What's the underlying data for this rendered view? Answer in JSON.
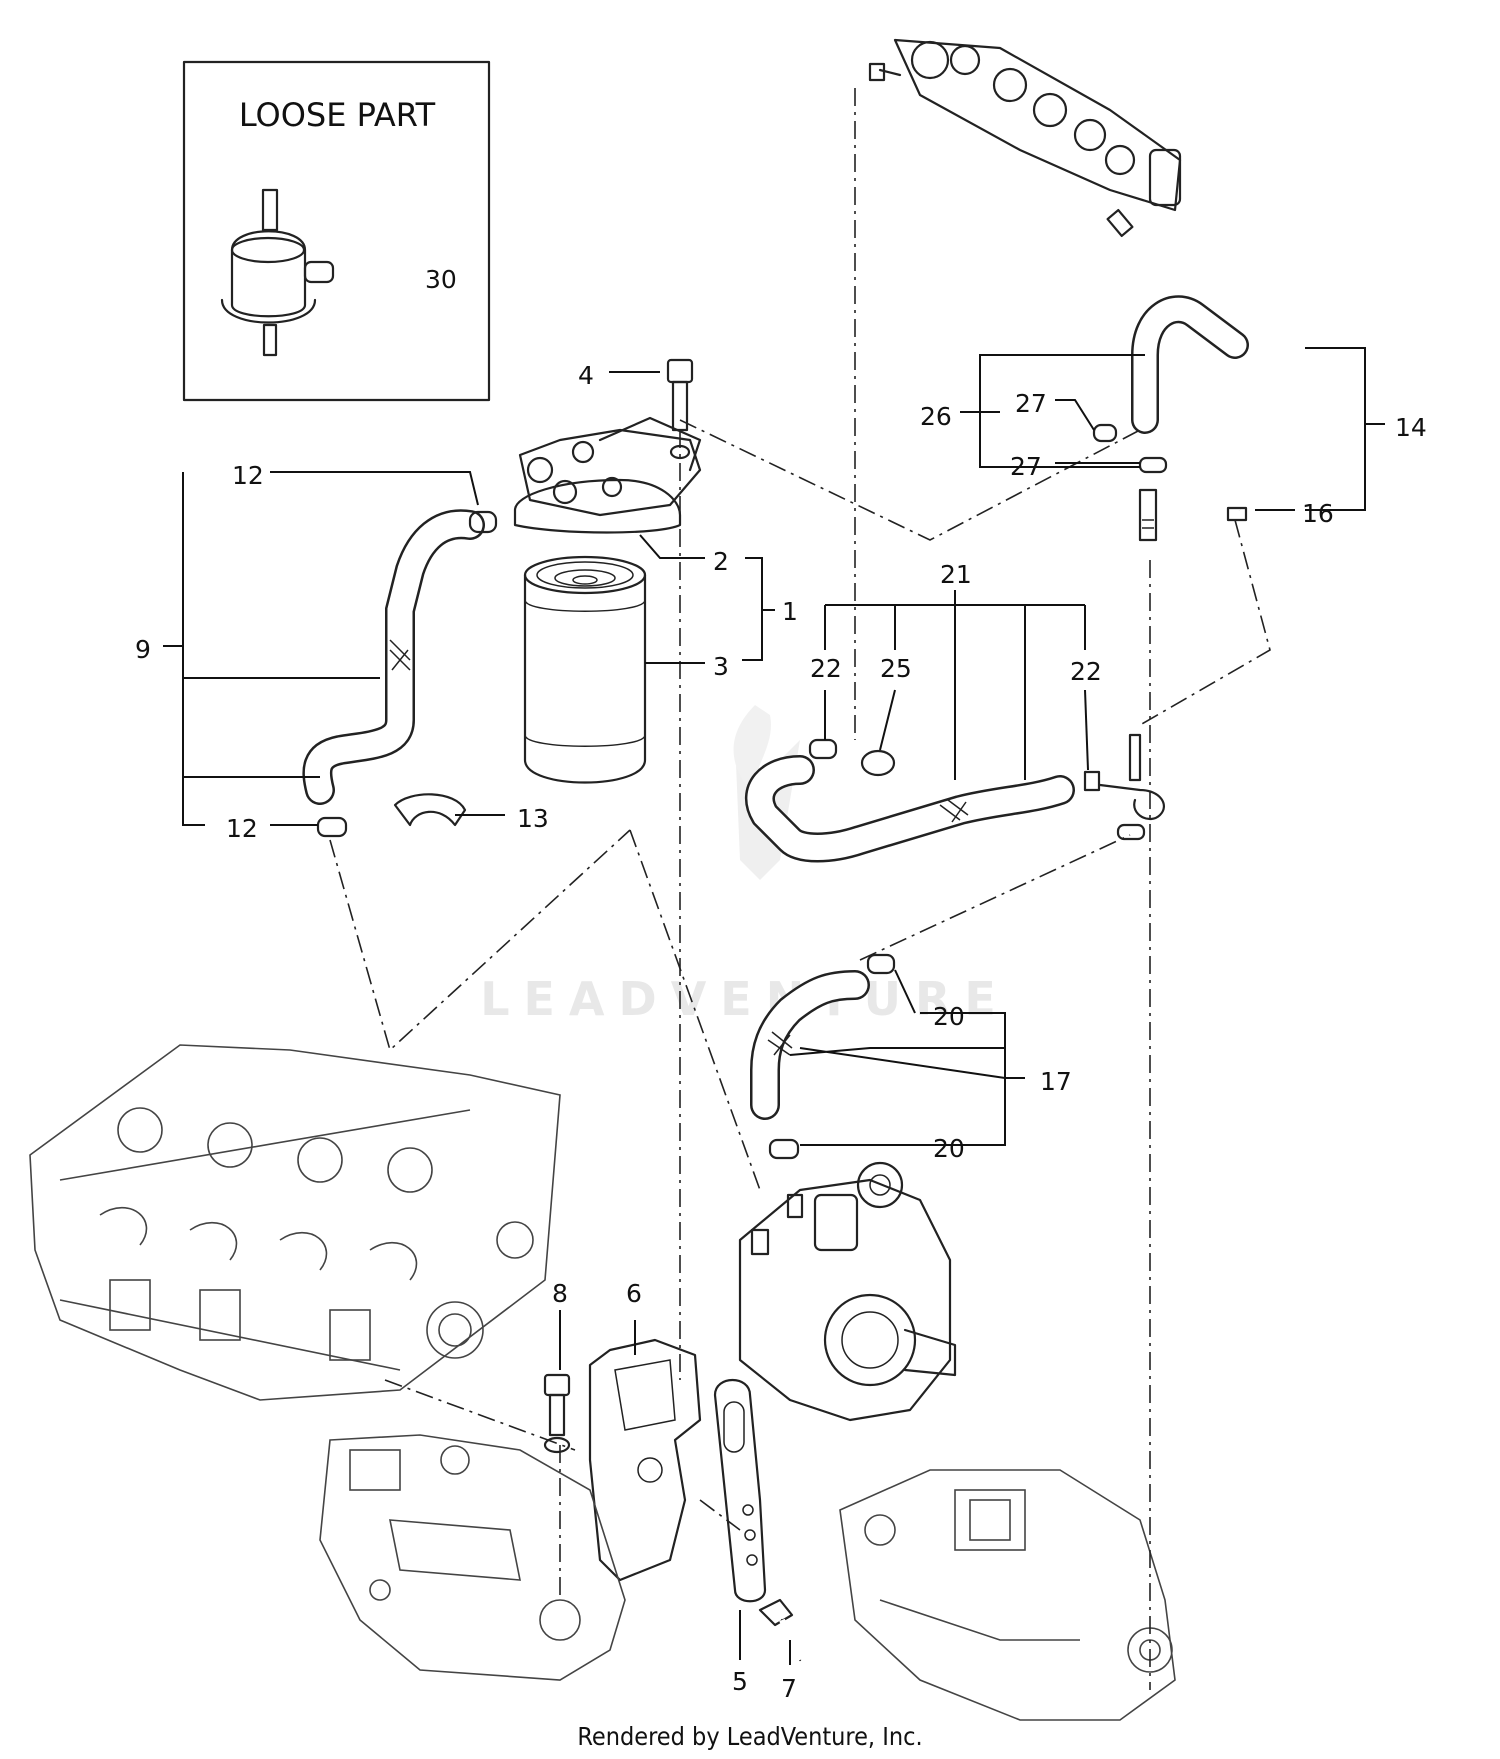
{
  "inset": {
    "title": "LOOSE PART"
  },
  "callouts": [
    {
      "id": "c30",
      "text": "30"
    },
    {
      "id": "c4",
      "text": "4"
    },
    {
      "id": "c12a",
      "text": "12"
    },
    {
      "id": "c12b",
      "text": "12"
    },
    {
      "id": "c9",
      "text": "9"
    },
    {
      "id": "c2",
      "text": "2"
    },
    {
      "id": "c1",
      "text": "1"
    },
    {
      "id": "c3",
      "text": "3"
    },
    {
      "id": "c13",
      "text": "13"
    },
    {
      "id": "c26",
      "text": "26"
    },
    {
      "id": "c27a",
      "text": "27"
    },
    {
      "id": "c27b",
      "text": "27"
    },
    {
      "id": "c14",
      "text": "14"
    },
    {
      "id": "c16",
      "text": "16"
    },
    {
      "id": "c21",
      "text": "21"
    },
    {
      "id": "c22a",
      "text": "22"
    },
    {
      "id": "c25",
      "text": "25"
    },
    {
      "id": "c22b",
      "text": "22"
    },
    {
      "id": "c20a",
      "text": "20"
    },
    {
      "id": "c17",
      "text": "17"
    },
    {
      "id": "c20b",
      "text": "20"
    },
    {
      "id": "c8",
      "text": "8"
    },
    {
      "id": "c6",
      "text": "6"
    },
    {
      "id": "c5",
      "text": "5"
    },
    {
      "id": "c7",
      "text": "7"
    }
  ],
  "watermark": "LEADVENTURE",
  "footer": "Rendered by LeadVenture, Inc."
}
